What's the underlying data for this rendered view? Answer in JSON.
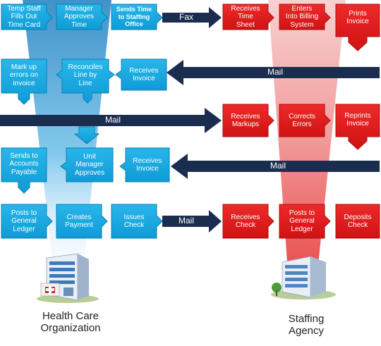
{
  "colors": {
    "blue_box": "#15a7df",
    "blue_border": "#0b7fb3",
    "red_box": "#e21c1c",
    "red_border": "#a80f0f",
    "navy_arrow": "#1b2d4f",
    "beam_blue": "#3f9fd4",
    "beam_red": "#ee4a4a"
  },
  "row1": {
    "box1": "Temp Staff\nFills Out\nTime Card",
    "box2": "Manager\nApproves\nTime",
    "box3": "Sends Time\nto Staffing\nOffice",
    "arrow": "Fax",
    "box4": "Receives\nTime\nSheet",
    "box5": "Enters\nInto Billing\nSystem",
    "box6": "Prints\nInvoice"
  },
  "row2": {
    "box1": "Mark up\nerrors on\ninvoice",
    "box2": "Reconciles\nLine by\nLine",
    "box3": "Receives\nInvoice",
    "arrow": "Mail"
  },
  "row3": {
    "arrow": "Mail",
    "box1": "Receives\nMarkups",
    "box2": "Corrects\nErrors",
    "box3": "Reprints\nInvoice"
  },
  "row4": {
    "box1": "Sends to\nAccounts\nPayable",
    "box2": "Unit\nManager\nApproves",
    "box3": "Receives\nInvoice",
    "arrow": "Mail"
  },
  "row5": {
    "box1": "Posts to\nGeneral\nLedger",
    "box2": "Creates\nPayment",
    "box3": "Issues\nCheck",
    "arrow": "Mail",
    "box4": "Receives\nCheck",
    "box5": "Posts to\nGeneral\nLedger",
    "box6": "Deposits\nCheck"
  },
  "left_org": "Health Care\nOrganization",
  "right_org": "Staffing\nAgency",
  "icons": {
    "left": "hospital-building-icon",
    "right": "office-building-icon"
  }
}
